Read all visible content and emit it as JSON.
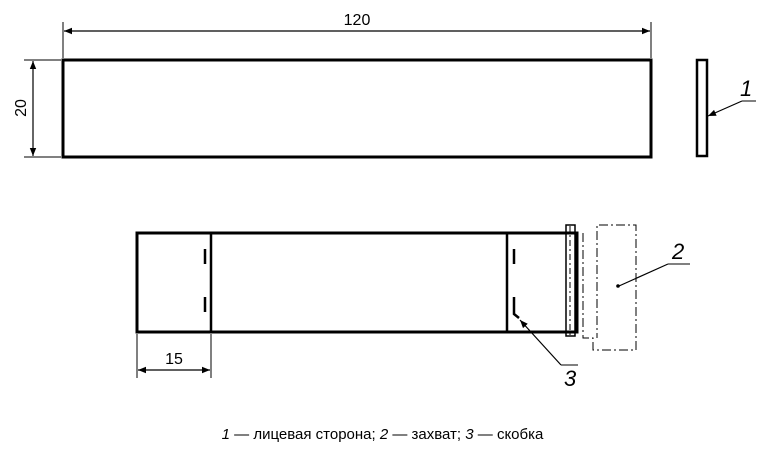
{
  "dimensions": {
    "length": "120",
    "width": "20",
    "grip_zone": "15"
  },
  "leaders": {
    "face_side": "1",
    "grip": "2",
    "clip": "3"
  },
  "caption": {
    "items": [
      {
        "num": "1",
        "text": " — лицевая сторона; "
      },
      {
        "num": "2",
        "text": " — захват; "
      },
      {
        "num": "3",
        "text": " — скобка"
      }
    ]
  }
}
